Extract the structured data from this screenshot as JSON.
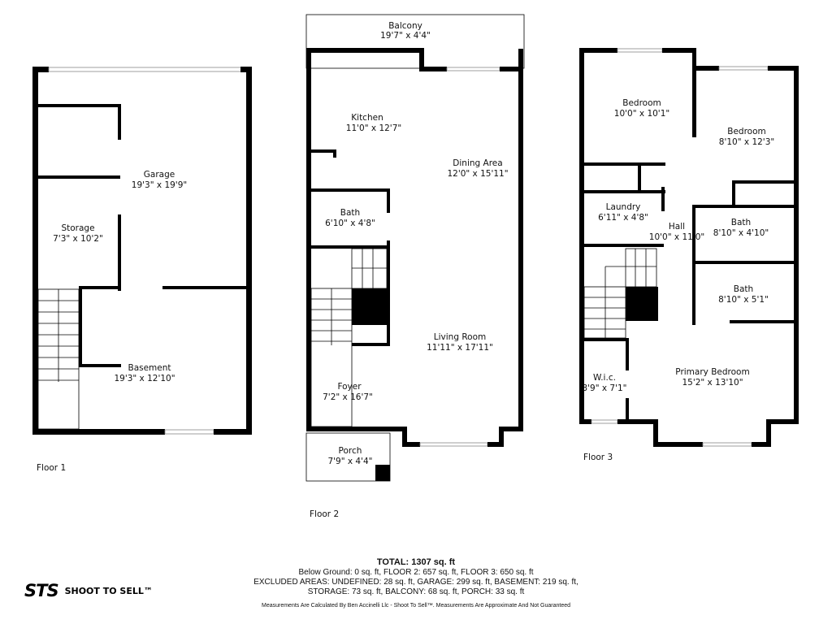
{
  "floors": [
    {
      "label": "Floor 1",
      "rooms": [
        {
          "name": "Garage",
          "size": "19'3\" x 19'9\""
        },
        {
          "name": "Storage",
          "size": "7'3\" x 10'2\""
        },
        {
          "name": "Basement",
          "size": "19'3\" x 12'10\""
        }
      ]
    },
    {
      "label": "Floor 2",
      "rooms": [
        {
          "name": "Balcony",
          "size": "19'7\" x 4'4\""
        },
        {
          "name": "Kitchen",
          "size": "11'0\" x 12'7\""
        },
        {
          "name": "Dining Area",
          "size": "12'0\" x 15'11\""
        },
        {
          "name": "Bath",
          "size": "6'10\" x 4'8\""
        },
        {
          "name": "Living Room",
          "size": "11'11\" x 17'11\""
        },
        {
          "name": "Foyer",
          "size": "7'2\" x 16'7\""
        },
        {
          "name": "Porch",
          "size": "7'9\" x 4'4\""
        }
      ]
    },
    {
      "label": "Floor 3",
      "rooms": [
        {
          "name": "Bedroom",
          "size": "10'0\" x 10'1\""
        },
        {
          "name": "Bedroom",
          "size": "8'10\" x 12'3\""
        },
        {
          "name": "Laundry",
          "size": "6'11\" x 4'8\""
        },
        {
          "name": "Hall",
          "size": "10'0\" x 11'0\""
        },
        {
          "name": "Bath",
          "size": "8'10\" x 4'10\""
        },
        {
          "name": "Bath",
          "size": "8'10\" x 5'1\""
        },
        {
          "name": "W.i.c.",
          "size": "3'9\" x 7'1\""
        },
        {
          "name": "Primary Bedroom",
          "size": "15'2\" x 13'10\""
        }
      ]
    }
  ],
  "summary": {
    "total": "TOTAL: 1307 sq. ft",
    "line1": "Below Ground: 0 sq. ft, FLOOR 2: 657 sq. ft, FLOOR 3: 650 sq. ft",
    "line2": "EXCLUDED AREAS: UNDEFINED: 28 sq. ft, GARAGE: 299 sq. ft, BASEMENT: 219 sq. ft,",
    "line3": "STORAGE: 73 sq. ft, BALCONY: 68 sq. ft, PORCH: 33 sq. ft",
    "disclaimer": "Measurements Are Calculated By Ben Accinelli Llc - Shoot To Sell™. Measurements Are Approximate And Not Guaranteed"
  },
  "logo": {
    "mark": "STS",
    "text": "SHOOT TO SELL™"
  }
}
